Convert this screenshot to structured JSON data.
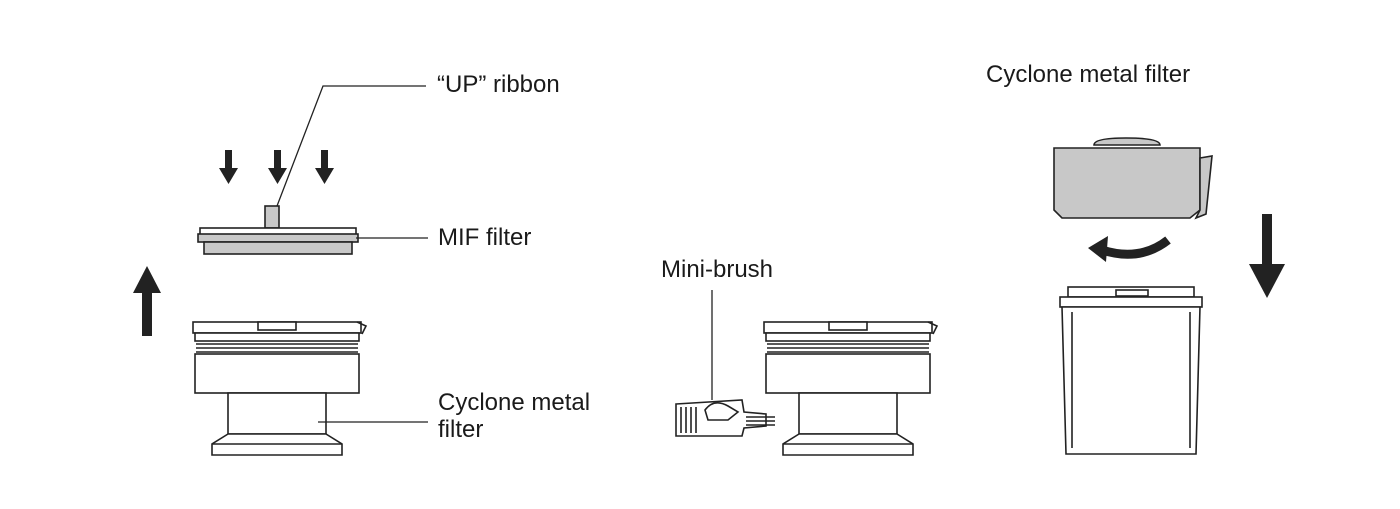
{
  "labels": {
    "up_ribbon": "“UP” ribbon",
    "mif_filter": "MIF filter",
    "cyclone_filter_line1": "Cyclone metal",
    "cyclone_filter_line2": "filter",
    "mini_brush": "Mini-brush",
    "cyclone_filter_top": "Cyclone metal filter"
  },
  "icons": {
    "arrow_down": "arrow-down-icon",
    "arrow_up": "arrow-up-icon",
    "rotate": "rotate-arrow-icon"
  },
  "colors": {
    "line": "#222222",
    "part_fill": "#c8c8c8",
    "background": "#ffffff"
  }
}
